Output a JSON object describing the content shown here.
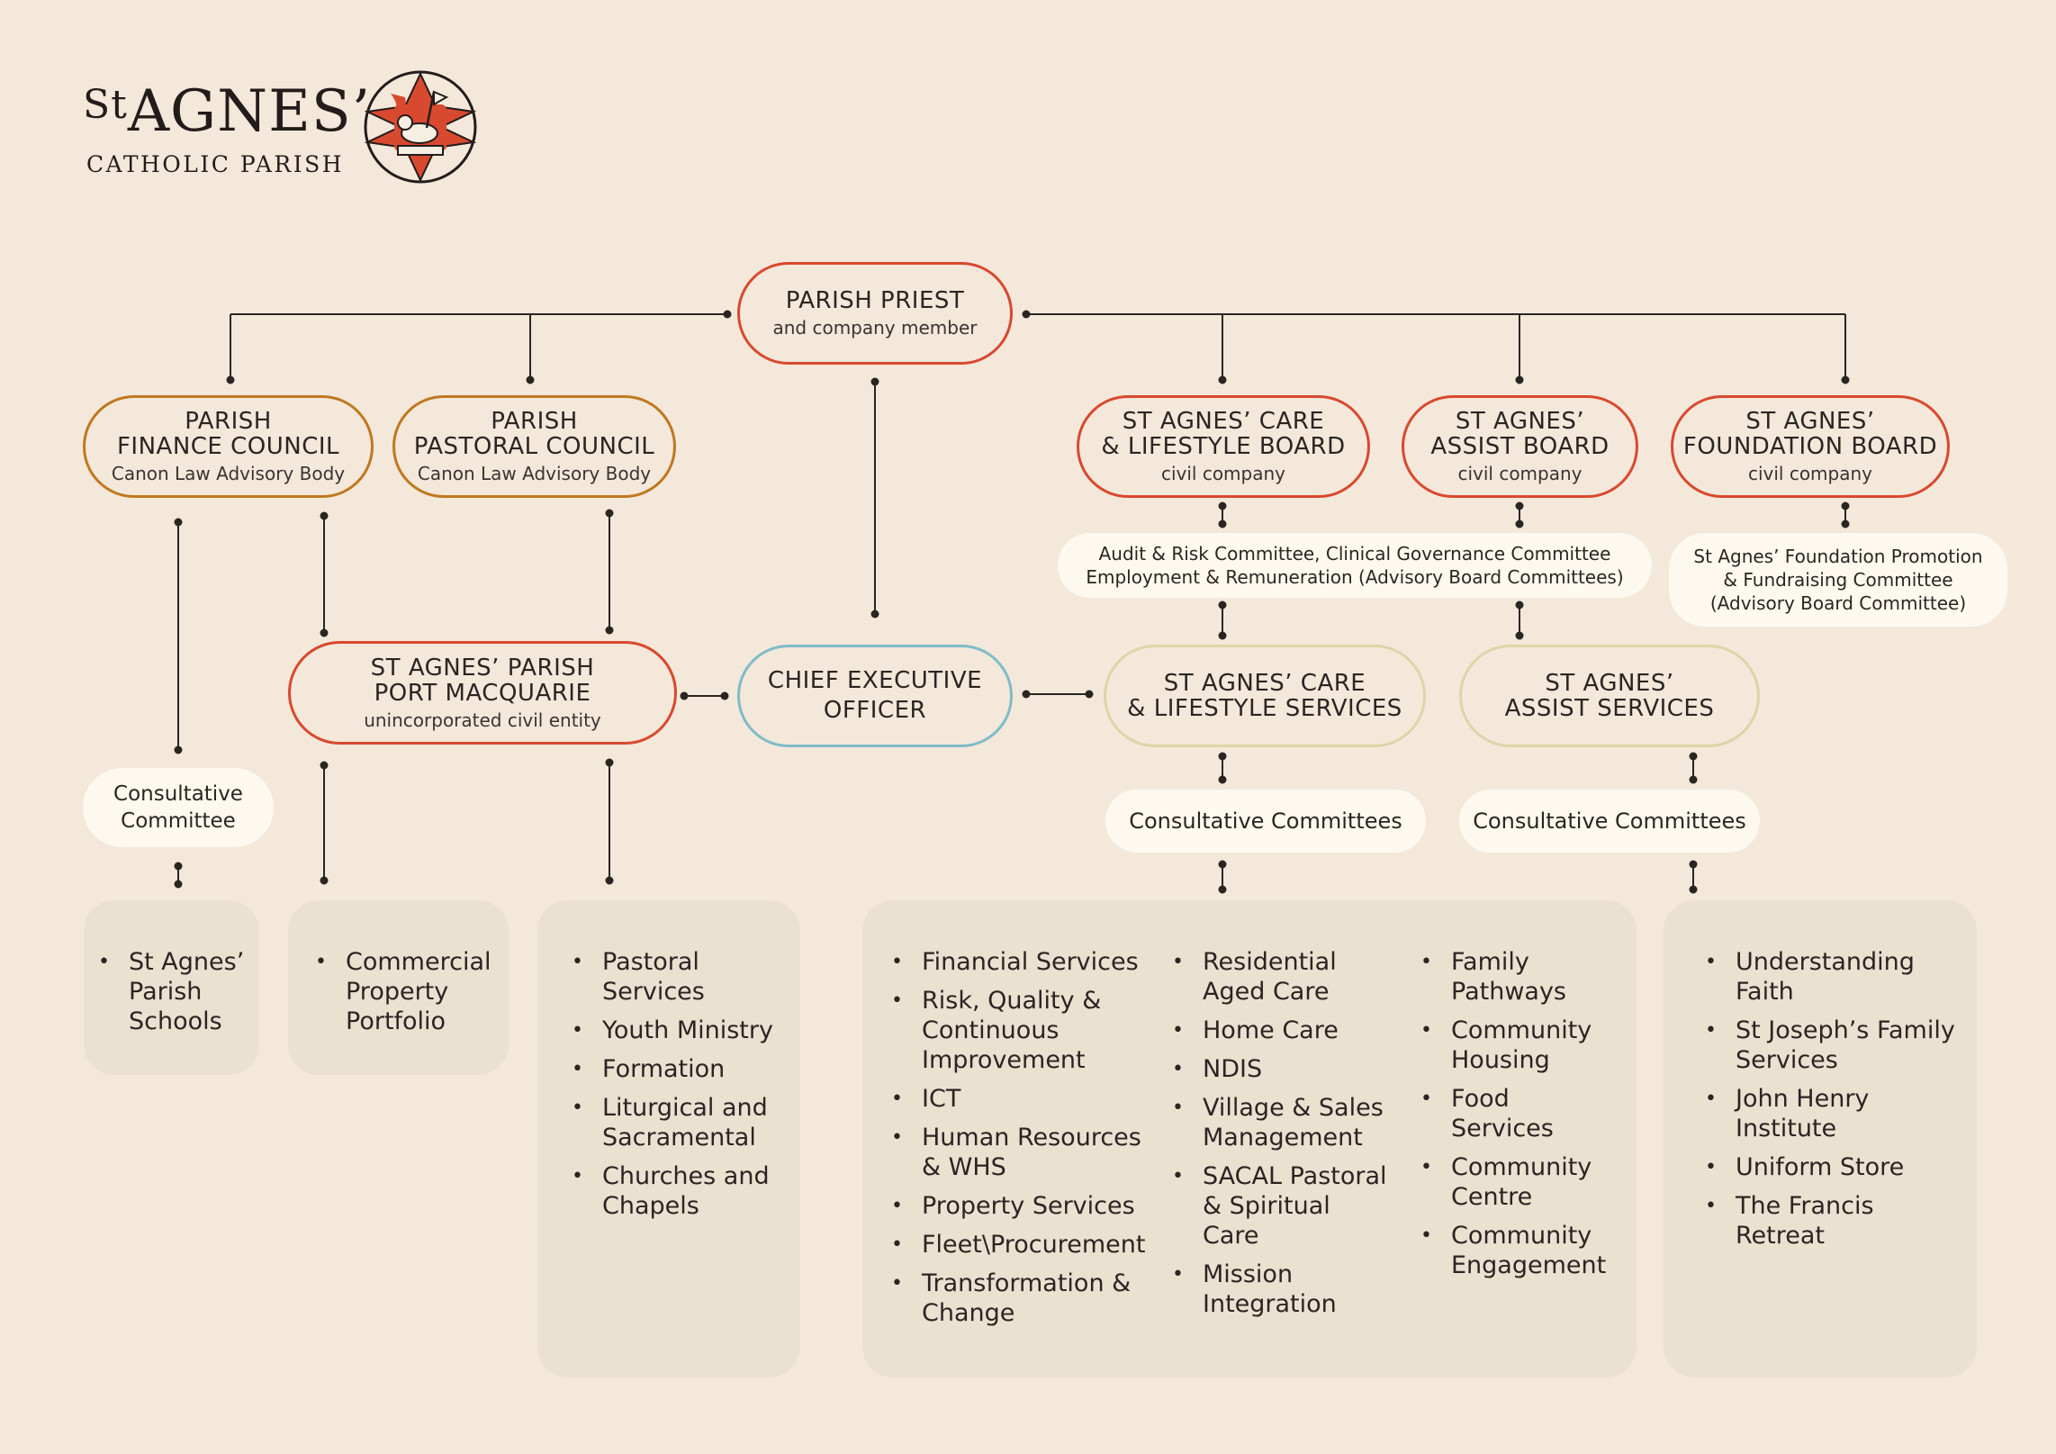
{
  "logo": {
    "name_prefix": "St",
    "name_main": "AGNES’",
    "subtitle": "CATHOLIC PARISH"
  },
  "nodes": {
    "parish_priest": {
      "title": "PARISH PRIEST",
      "sub": "and company member"
    },
    "finance_council": {
      "title_1": "PARISH",
      "title_2": "FINANCE COUNCIL",
      "sub": "Canon Law Advisory Body"
    },
    "pastoral_council": {
      "title_1": "PARISH",
      "title_2": "PASTORAL COUNCIL",
      "sub": "Canon Law Advisory Body"
    },
    "care_board": {
      "title_1": "ST AGNES’ CARE",
      "title_2": "& LIFESTYLE BOARD",
      "sub": "civil company"
    },
    "assist_board": {
      "title_1": "ST AGNES’",
      "title_2": "ASSIST BOARD",
      "sub": "civil company"
    },
    "foundation_board": {
      "title_1": "ST AGNES’",
      "title_2": "FOUNDATION BOARD",
      "sub": "civil company"
    },
    "parish_pm": {
      "title_1": "ST AGNES’ PARISH",
      "title_2": "PORT MACQUARIE",
      "sub": "unincorporated civil entity"
    },
    "ceo": {
      "title_1": "CHIEF EXECUTIVE",
      "title_2": "OFFICER"
    },
    "care_services": {
      "title_1": "ST AGNES’ CARE",
      "title_2": "& LIFESTYLE SERVICES"
    },
    "assist_services": {
      "title_1": "ST AGNES’",
      "title_2": "ASSIST SERVICES"
    }
  },
  "notes": {
    "advisory_committees_1": "Audit & Risk Committee, Clinical Governance Committee",
    "advisory_committees_2": "Employment & Remuneration (Advisory Board Committees)",
    "foundation_committee_1": "St Agnes’ Foundation Promotion",
    "foundation_committee_2": "& Fundraising Committee",
    "foundation_committee_3": "(Advisory Board Committee)",
    "consultative_committee_1": "Consultative",
    "consultative_committee_2": "Committee",
    "consultative_committees_care": "Consultative Committees",
    "consultative_committees_assist": "Consultative Committees"
  },
  "lists": {
    "schools": [
      "St Agnes’ Parish Schools"
    ],
    "property": [
      "Commercial Property Portfolio"
    ],
    "pastoral": [
      "Pastoral Services",
      "Youth Ministry",
      "Formation",
      "Liturgical and Sacramental",
      "Churches and Chapels"
    ],
    "corporate": [
      "Financial Services",
      "Risk, Quality & Continuous Improvement",
      "ICT",
      "Human Resources & WHS",
      "Property Services",
      "Fleet\\Procurement",
      "Transformation & Change"
    ],
    "care": [
      "Residential Aged Care",
      "Home Care",
      "NDIS",
      "Village & Sales Management",
      "SACAL Pastoral & Spiritual Care",
      "Mission Integration"
    ],
    "community": [
      "Family Pathways",
      "Community Housing",
      "Food Services",
      "Community Centre",
      "Community Engagement"
    ],
    "assist": [
      "Understanding Faith",
      "St Joseph’s Family Services",
      "John Henry Institute",
      "Uniform Store",
      "The Francis Retreat"
    ]
  },
  "colors": {
    "background": "#f3e8da",
    "red_border": "#d8492f",
    "amber_border": "#c0781f",
    "blue_border": "#7fbcc8",
    "khaki_border": "#dcd6a8",
    "box_fill": "#ebe1d1",
    "note_fill": "#fdf9ef"
  }
}
